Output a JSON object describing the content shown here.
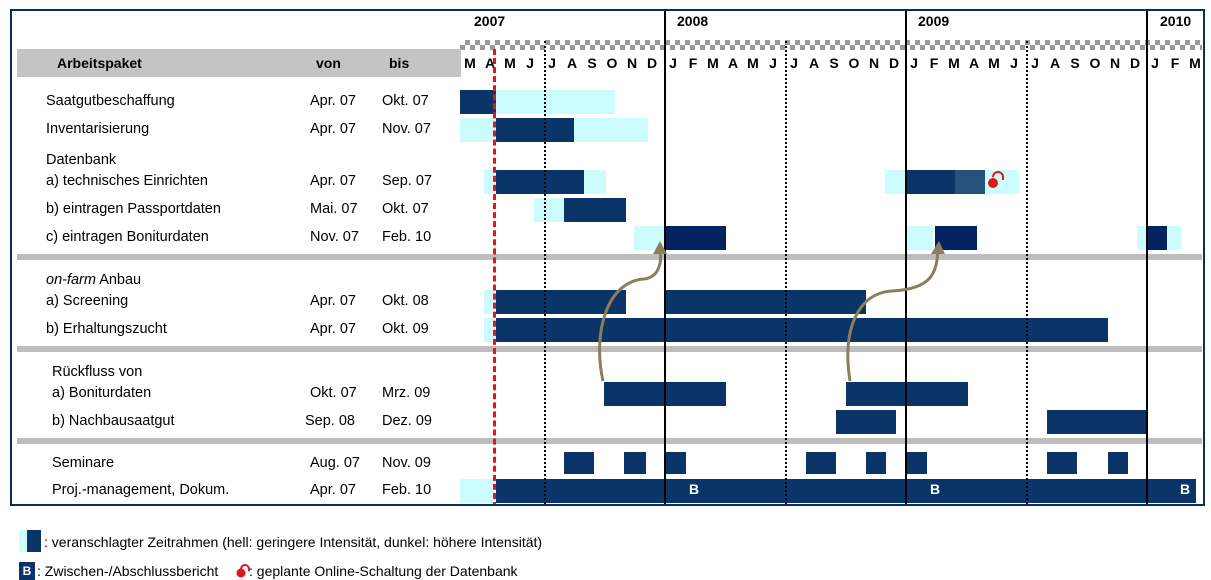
{
  "years": [
    "2007",
    "2008",
    "2009",
    "2010"
  ],
  "header": {
    "col_task": "Arbeitspaket",
    "col_from": "von",
    "col_to": "bis"
  },
  "months": [
    "M",
    "A",
    "M",
    "J",
    "J",
    "A",
    "S",
    "O",
    "N",
    "D",
    "J",
    "F",
    "M",
    "A",
    "M",
    "J",
    "J",
    "A",
    "S",
    "O",
    "N",
    "D",
    "J",
    "F",
    "M",
    "A",
    "M",
    "J",
    "J",
    "A",
    "S",
    "O",
    "N",
    "D",
    "J",
    "F",
    "M"
  ],
  "rows": [
    {
      "label": "Saatgutbeschaffung",
      "von": "Apr. 07",
      "bis": "Okt. 07"
    },
    {
      "label": "Inventarisierung",
      "von": "Apr. 07",
      "bis": "Nov. 07"
    },
    {
      "label": "Datenbank",
      "von": "",
      "bis": ""
    },
    {
      "label": "a) technisches Einrichten",
      "von": "Apr. 07",
      "bis": "Sep. 07"
    },
    {
      "label": "b) eintragen Passportdaten",
      "von": "Mai. 07",
      "bis": "Okt. 07"
    },
    {
      "label": "c) eintragen Boniturdaten",
      "von": "Nov. 07",
      "bis": "Feb. 10"
    },
    {
      "label_italic": "on-farm",
      "label_rest": " Anbau",
      "von": "",
      "bis": ""
    },
    {
      "label": "a) Screening",
      "von": "Apr. 07",
      "bis": "Okt. 08"
    },
    {
      "label": "b) Erhaltungszucht",
      "von": "Apr. 07",
      "bis": "Okt. 09"
    },
    {
      "label": "Rückfluss von",
      "von": "",
      "bis": ""
    },
    {
      "label": "a) Boniturdaten",
      "von": "Okt. 07",
      "bis": "Mrz. 09"
    },
    {
      "label": "b) Nachbausaatgut",
      "von": "Sep. 08",
      "bis": "Dez. 09"
    },
    {
      "label": "Seminare",
      "von": "Aug. 07",
      "bis": "Nov. 09"
    },
    {
      "label": "Proj.-management, Dokum.",
      "von": "Apr. 07",
      "bis": "Feb. 10"
    }
  ],
  "report_marker": "B",
  "legend": {
    "timeframe": ": veranschlagter Zeitrahmen (hell: geringere Intensität, dunkel: höhere Intensität)",
    "report_badge": "B",
    "report": ": Zwischen-/Abschlussbericht",
    "online": ": geplante Online-Schaltung der Datenbank"
  },
  "colors": {
    "dark": "#0b3468",
    "light": "#ccfcfd",
    "arrow": "#8a7f5a",
    "today_line": "#e0161b",
    "lock": "#e0161b"
  }
}
